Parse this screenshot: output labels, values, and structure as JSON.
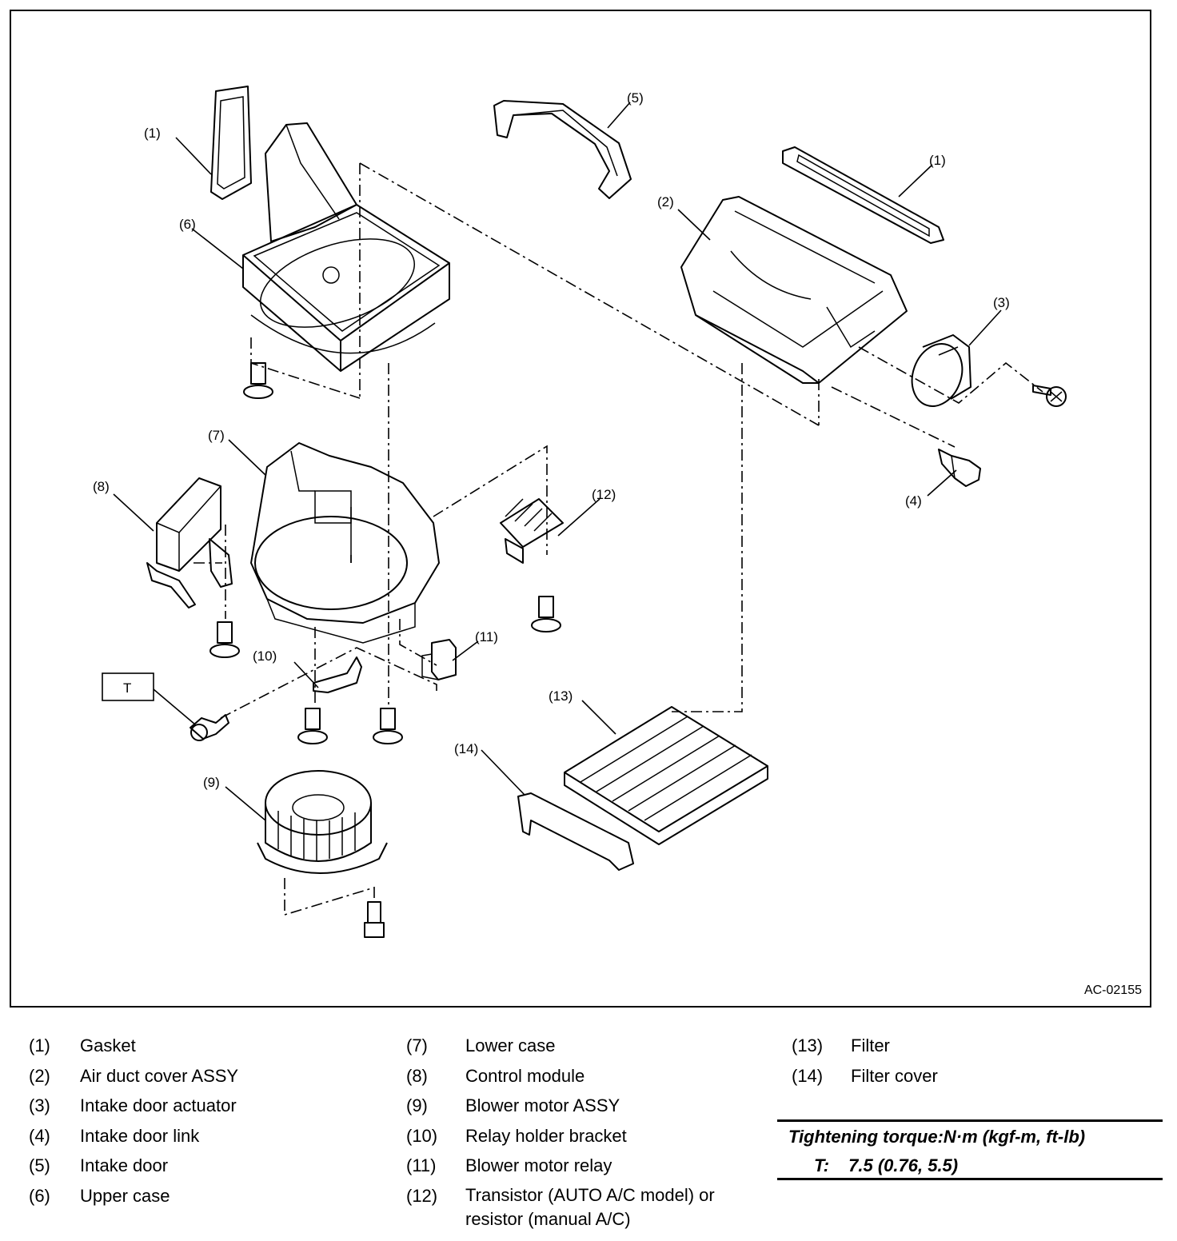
{
  "diagram": {
    "callouts": {
      "c1a": "(1)",
      "c1b": "(1)",
      "c2": "(2)",
      "c3": "(3)",
      "c4": "(4)",
      "c5": "(5)",
      "c6": "(6)",
      "c7": "(7)",
      "c8": "(8)",
      "c9": "(9)",
      "c10": "(10)",
      "c11": "(11)",
      "c12": "(12)",
      "c13": "(13)",
      "c14": "(14)",
      "t": "T"
    },
    "drawing_code": "AC-02155"
  },
  "legend": {
    "col1": [
      {
        "num": "(1)",
        "name": "Gasket"
      },
      {
        "num": "(2)",
        "name": "Air duct cover ASSY"
      },
      {
        "num": "(3)",
        "name": "Intake door actuator"
      },
      {
        "num": "(4)",
        "name": "Intake door link"
      },
      {
        "num": "(5)",
        "name": "Intake door"
      },
      {
        "num": "(6)",
        "name": "Upper case"
      }
    ],
    "col2": [
      {
        "num": "(7)",
        "name": "Lower case"
      },
      {
        "num": "(8)",
        "name": "Control module"
      },
      {
        "num": "(9)",
        "name": "Blower motor ASSY"
      },
      {
        "num": "(10)",
        "name": "Relay holder bracket"
      },
      {
        "num": "(11)",
        "name": "Blower motor relay"
      },
      {
        "num": "(12)",
        "name": "Transistor (AUTO A/C model) or resistor (manual A/C)"
      }
    ],
    "col3": [
      {
        "num": "(13)",
        "name": "Filter"
      },
      {
        "num": "(14)",
        "name": "Filter cover"
      }
    ]
  },
  "torque": {
    "title": "Tightening torque:N·m (kgf-m, ft-lb)",
    "label": "T:",
    "value": "7.5 (0.76, 5.5)"
  }
}
